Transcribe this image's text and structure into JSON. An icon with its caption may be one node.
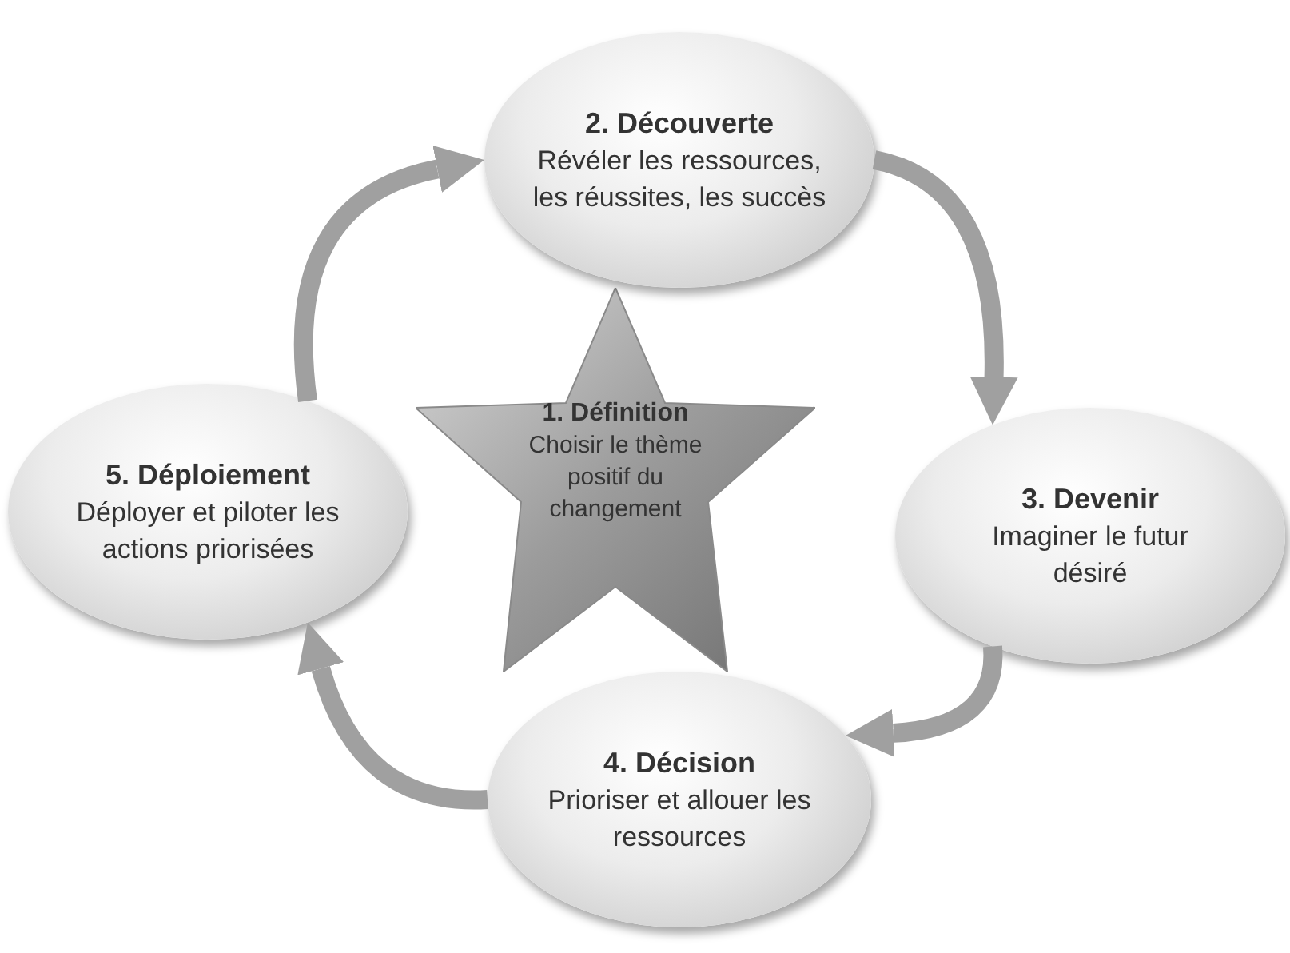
{
  "diagram": {
    "nodes": [
      {
        "text": [
          "1. Définition",
          "Choisir le thème positif du changement"
        ]
      },
      {
        "text": [
          "2. Découverte",
          "Révéler les ressources, les réussites, les succès"
        ]
      },
      {
        "text": [
          "3. Devenir",
          "Imaginer le futur désiré"
        ]
      },
      {
        "text": [
          "4. Décision",
          "Prioriser et allouer les ressources"
        ]
      },
      {
        "text": [
          "5. Déploiement",
          "Déployer et piloter les actions priorisées"
        ]
      }
    ],
    "edges": [
      {
        "from": 1,
        "to": 2,
        "arrow": "to"
      },
      {
        "from": 2,
        "to": 3,
        "arrow": "to"
      },
      {
        "from": 3,
        "to": 4,
        "arrow": "to"
      },
      {
        "from": 4,
        "to": 1,
        "arrow": "to"
      }
    ]
  }
}
